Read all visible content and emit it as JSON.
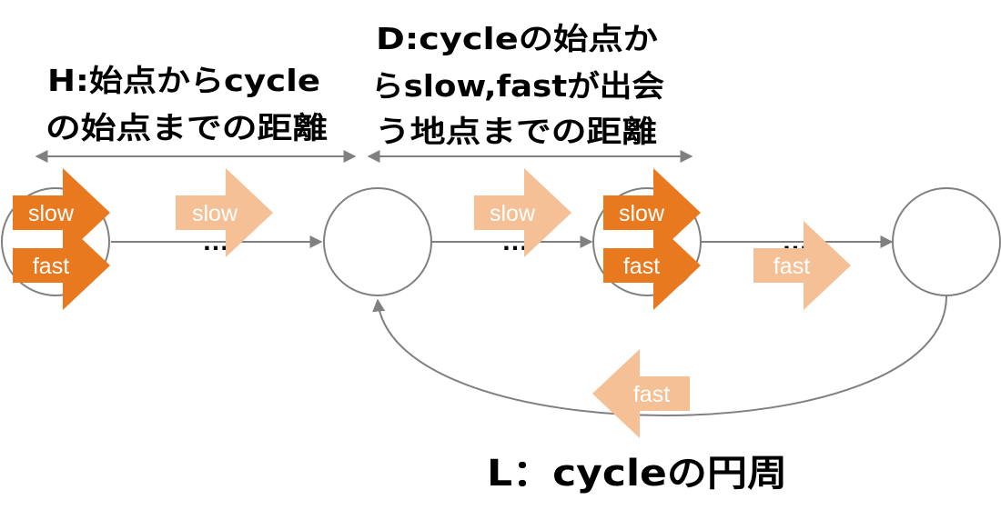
{
  "labels": {
    "h_line1": "H:始点からcycle",
    "h_line2": "の始点までの距離",
    "d_line1": "D:cycleの始点か",
    "d_line2": "らslow,fastが出会",
    "d_line3": "う地点までの距離",
    "l_label": "L：cycleの円周"
  },
  "ellipsis": "…",
  "arrow_labels": {
    "slow": "slow",
    "fast": "fast"
  },
  "colors": {
    "dark_orange": "#E8791E",
    "light_orange": "#F5C096",
    "line_gray": "#808080",
    "circle_stroke": "#808080",
    "text_black": "#000000"
  }
}
